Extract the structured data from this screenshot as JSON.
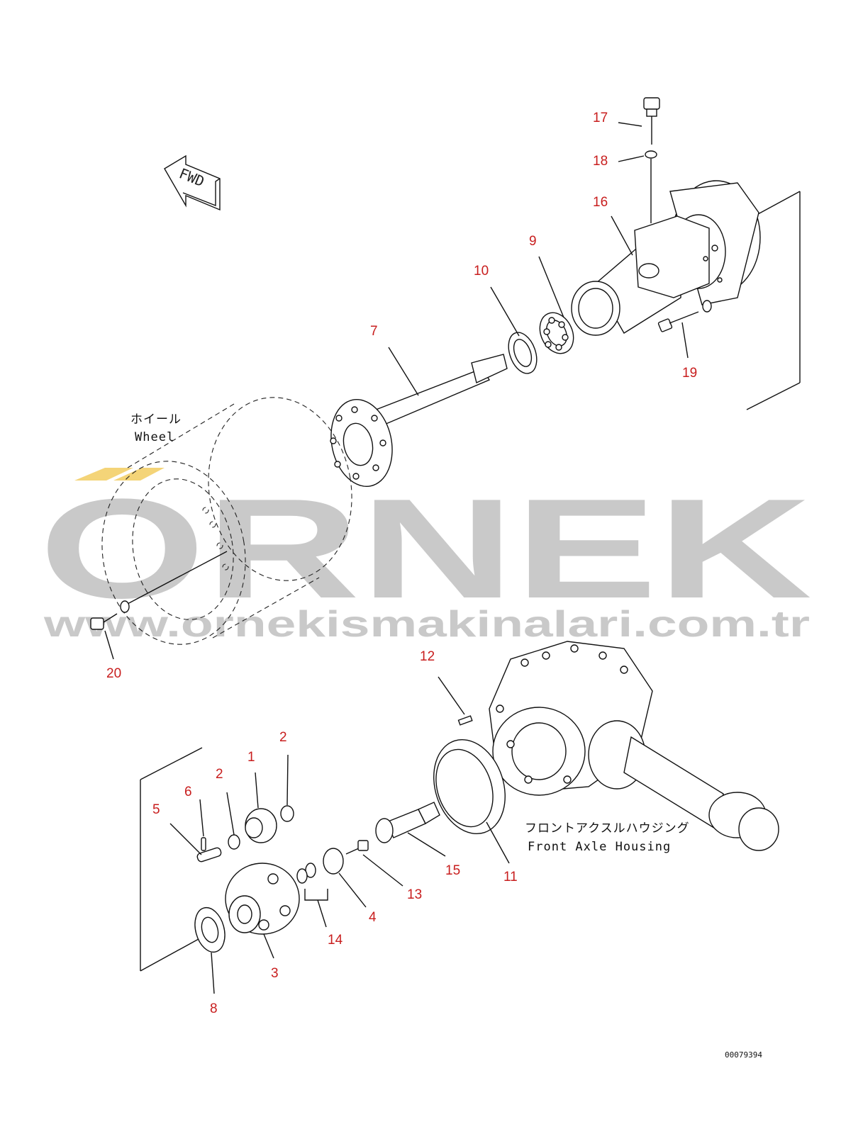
{
  "parts": [
    {
      "label": "1"
    },
    {
      "label": "2"
    },
    {
      "label": "2"
    },
    {
      "label": "3"
    },
    {
      "label": "4"
    },
    {
      "label": "5"
    },
    {
      "label": "6"
    },
    {
      "label": "7"
    },
    {
      "label": "8"
    },
    {
      "label": "9"
    },
    {
      "label": "10"
    },
    {
      "label": "11"
    },
    {
      "label": "12"
    },
    {
      "label": "13"
    },
    {
      "label": "14"
    },
    {
      "label": "15"
    },
    {
      "label": "16"
    },
    {
      "label": "17"
    },
    {
      "label": "18"
    },
    {
      "label": "19"
    },
    {
      "label": "20"
    }
  ],
  "wheel_caption": {
    "jp": "ホイール",
    "en": "Wheel"
  },
  "housing_caption": {
    "jp": "フロントアクスルハウジング",
    "en": "Front Axle Housing"
  },
  "fwd_marker": "FWD",
  "watermark": {
    "brand": "ORNEK",
    "url": "www.ornekismakinalari.com.tr",
    "accent_color": "#f4d478",
    "text_color": "#c9c9c9"
  },
  "drawing_code": "00079394",
  "label_color": "#c81e1e"
}
